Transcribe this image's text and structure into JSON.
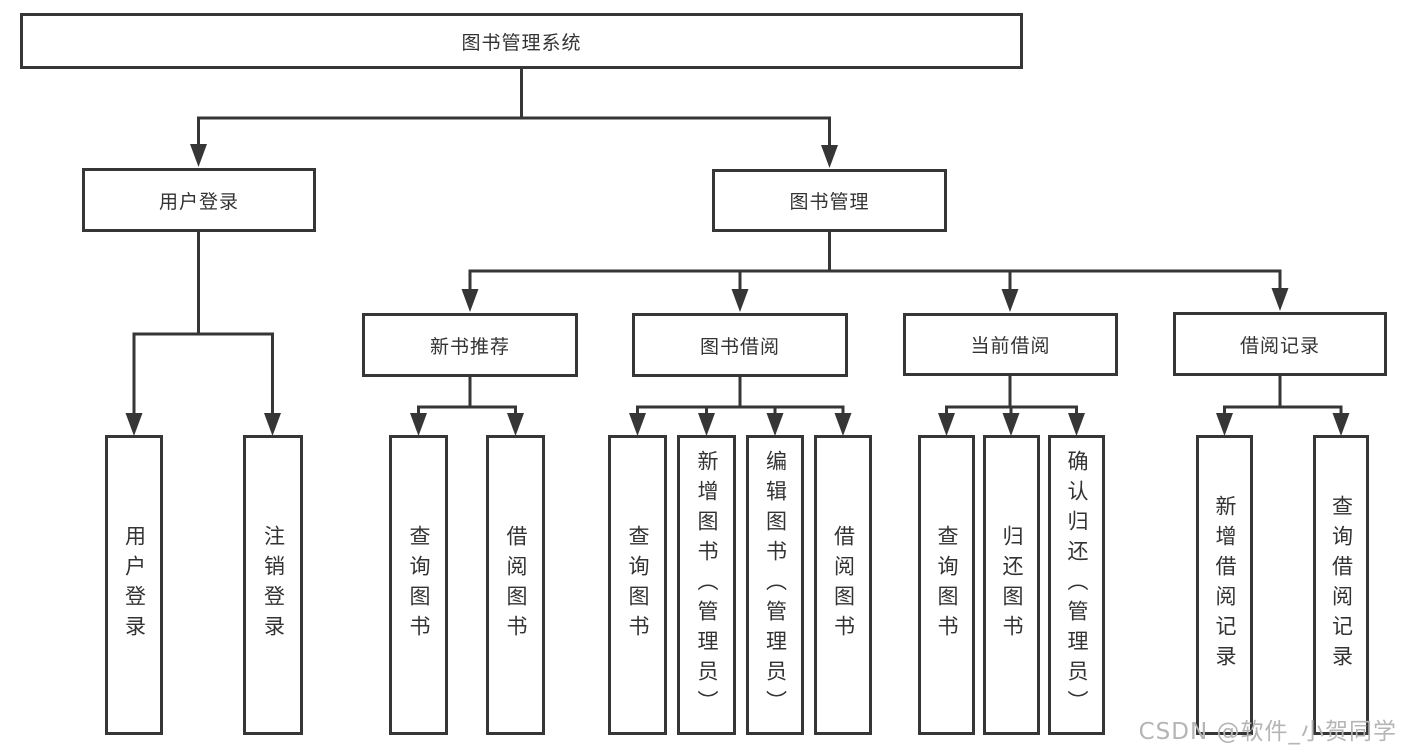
{
  "title": "图书管理系统",
  "nodes": {
    "system": "图书管理系统",
    "user_login": "用户登录",
    "book_mgmt": "图书管理",
    "ul_login": "用户登录",
    "ul_logout": "注销登录",
    "new_book": "新书推荐",
    "book_borrow": "图书借阅",
    "current_borrow": "当前借阅",
    "borrow_record": "借阅记录",
    "nb_query": "查询图书",
    "nb_borrow": "借阅图书",
    "bb_query": "查询图书",
    "bb_add": "新增图书（管理员）",
    "bb_edit": "编辑图书（管理员）",
    "bb_borrow": "借阅图书",
    "cb_query": "查询图书",
    "cb_return": "归还图书",
    "cb_confirm": "确认归还（管理员）",
    "br_add": "新增借阅记录",
    "br_query": "查询借阅记录"
  },
  "hierarchy": {
    "system": [
      "user_login",
      "book_mgmt"
    ],
    "user_login": [
      "ul_login",
      "ul_logout"
    ],
    "book_mgmt": [
      "new_book",
      "book_borrow",
      "current_borrow",
      "borrow_record"
    ],
    "new_book": [
      "nb_query",
      "nb_borrow"
    ],
    "book_borrow": [
      "bb_query",
      "bb_add",
      "bb_edit",
      "bb_borrow"
    ],
    "current_borrow": [
      "cb_query",
      "cb_return",
      "cb_confirm"
    ],
    "borrow_record": [
      "br_add",
      "br_query"
    ]
  },
  "watermark": {
    "text": "CSDN @软件_小贺同学"
  },
  "colors": {
    "line": "#363636",
    "box_border": "#363636",
    "text": "#333333",
    "watermark": "#b5b5b5",
    "background": "#ffffff"
  }
}
